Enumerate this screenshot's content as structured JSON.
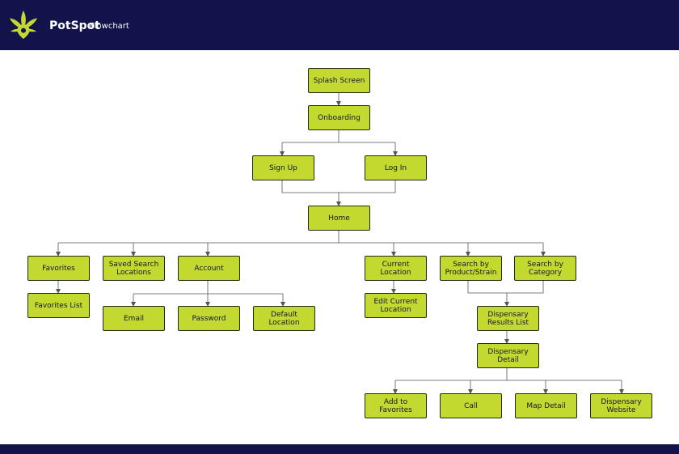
{
  "header": {
    "brand": "PotSpot",
    "subtitle": "Flowchart"
  },
  "icons": {
    "logo": "cannabis-leaf-pin-icon"
  },
  "colors": {
    "header_bg": "#12134a",
    "node_fill": "#c3d930",
    "node_border": "#1f2a10",
    "connector": "#555555",
    "logo": "#c3d930"
  },
  "nodes": {
    "splash_screen": "Splash Screen",
    "onboarding": "Onboarding",
    "sign_up": "Sign Up",
    "log_in": "Log In",
    "home": "Home",
    "favorites": "Favorites",
    "favorites_list": "Favorites List",
    "saved_search_locations": "Saved Search Locations",
    "account": "Account",
    "email": "Email",
    "password": "Password",
    "default_location": "Default Location",
    "current_location": "Current Location",
    "edit_current_location": "Edit Current Location",
    "search_by_product_strain": "Search by Product/Strain",
    "search_by_category": "Search by Category",
    "dispensary_results_list": "Dispensary Results List",
    "dispensary_detail": "Dispensary Detail",
    "add_to_favorites": "Add to Favorites",
    "call": "Call",
    "map_detail": "Map Detail",
    "dispensary_website": "Dispensary Website"
  }
}
